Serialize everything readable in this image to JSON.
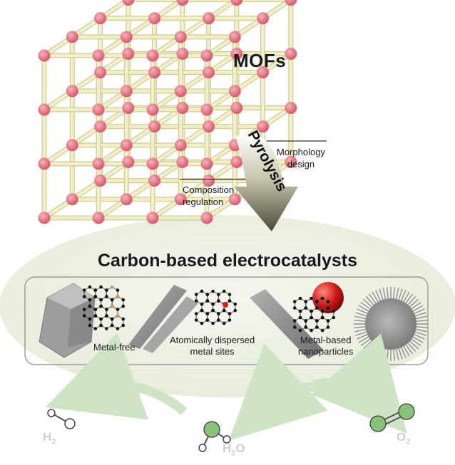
{
  "mofs_label": "MOFs",
  "pyrolysis_label": "Pyrolysis",
  "morphology": {
    "line1": "Morphology",
    "line2": "design"
  },
  "composition": {
    "line1": "Composition",
    "line2": "regulation"
  },
  "title": "Carbon-based electrocatalysts",
  "categories": {
    "metal_free": "Metal-free",
    "atomic_line1": "Atomically dispersed",
    "atomic_line2": "metal sites",
    "np_line1": "Metal-based",
    "np_line2": "nanoparticles"
  },
  "molecules": {
    "h2": {
      "base": "H",
      "sub": "2"
    },
    "h2o": {
      "base": "H",
      "sub": "2",
      "tail": "O"
    },
    "o2": {
      "base": "O",
      "sub": "2"
    }
  },
  "colors": {
    "node": "#e8707e",
    "rod": "#f2f0c9",
    "halo": "#eef2e3",
    "arrow_green": "#cfe3c5",
    "atom_green": "#88c279",
    "panel_border": "#9a9a9a"
  }
}
